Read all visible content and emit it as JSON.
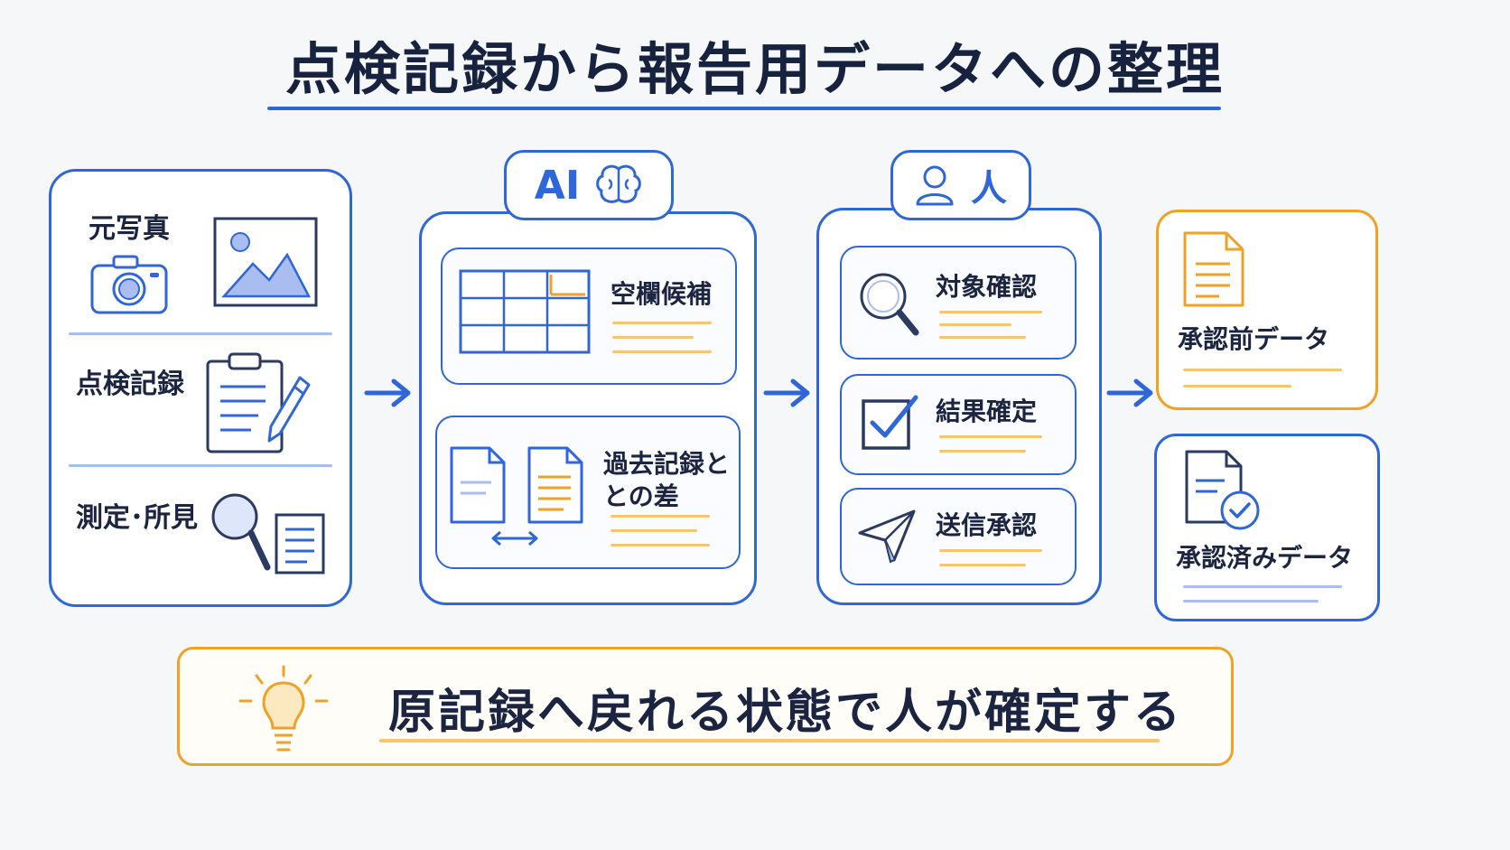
{
  "title": "点検記録から報告用データへの整理",
  "inputs": {
    "photo_label": "元写真",
    "record_label": "点検記録",
    "measure_label": "測定･所見"
  },
  "ai": {
    "badge_label": "AI",
    "blank_candidate_label": "空欄候補",
    "diff_label_line1": "過去記録と",
    "diff_label_line2": "との差"
  },
  "human": {
    "badge_label": "人",
    "confirm_target_label": "対象確認",
    "confirm_result_label": "結果確定",
    "send_approval_label": "送信承認"
  },
  "outputs": {
    "pre_approval_label": "承認前データ",
    "approved_label": "承認済みデータ"
  },
  "footer": {
    "message": "原記録へ戻れる状態で人が確定する"
  },
  "colors": {
    "blue": "#2f66d8",
    "orange": "#f0a126",
    "light_blue": "#a9bdf0",
    "light_orange": "#f6c56f"
  },
  "icons": [
    "camera-icon",
    "image-icon",
    "clipboard-icon",
    "pen-icon",
    "magnifier-icon",
    "document-icon",
    "brain-icon",
    "table-icon",
    "person-icon",
    "checkbox-icon",
    "paper-plane-icon",
    "approved-check-icon",
    "lightbulb-icon",
    "arrow-right-icon",
    "double-arrow-icon"
  ]
}
